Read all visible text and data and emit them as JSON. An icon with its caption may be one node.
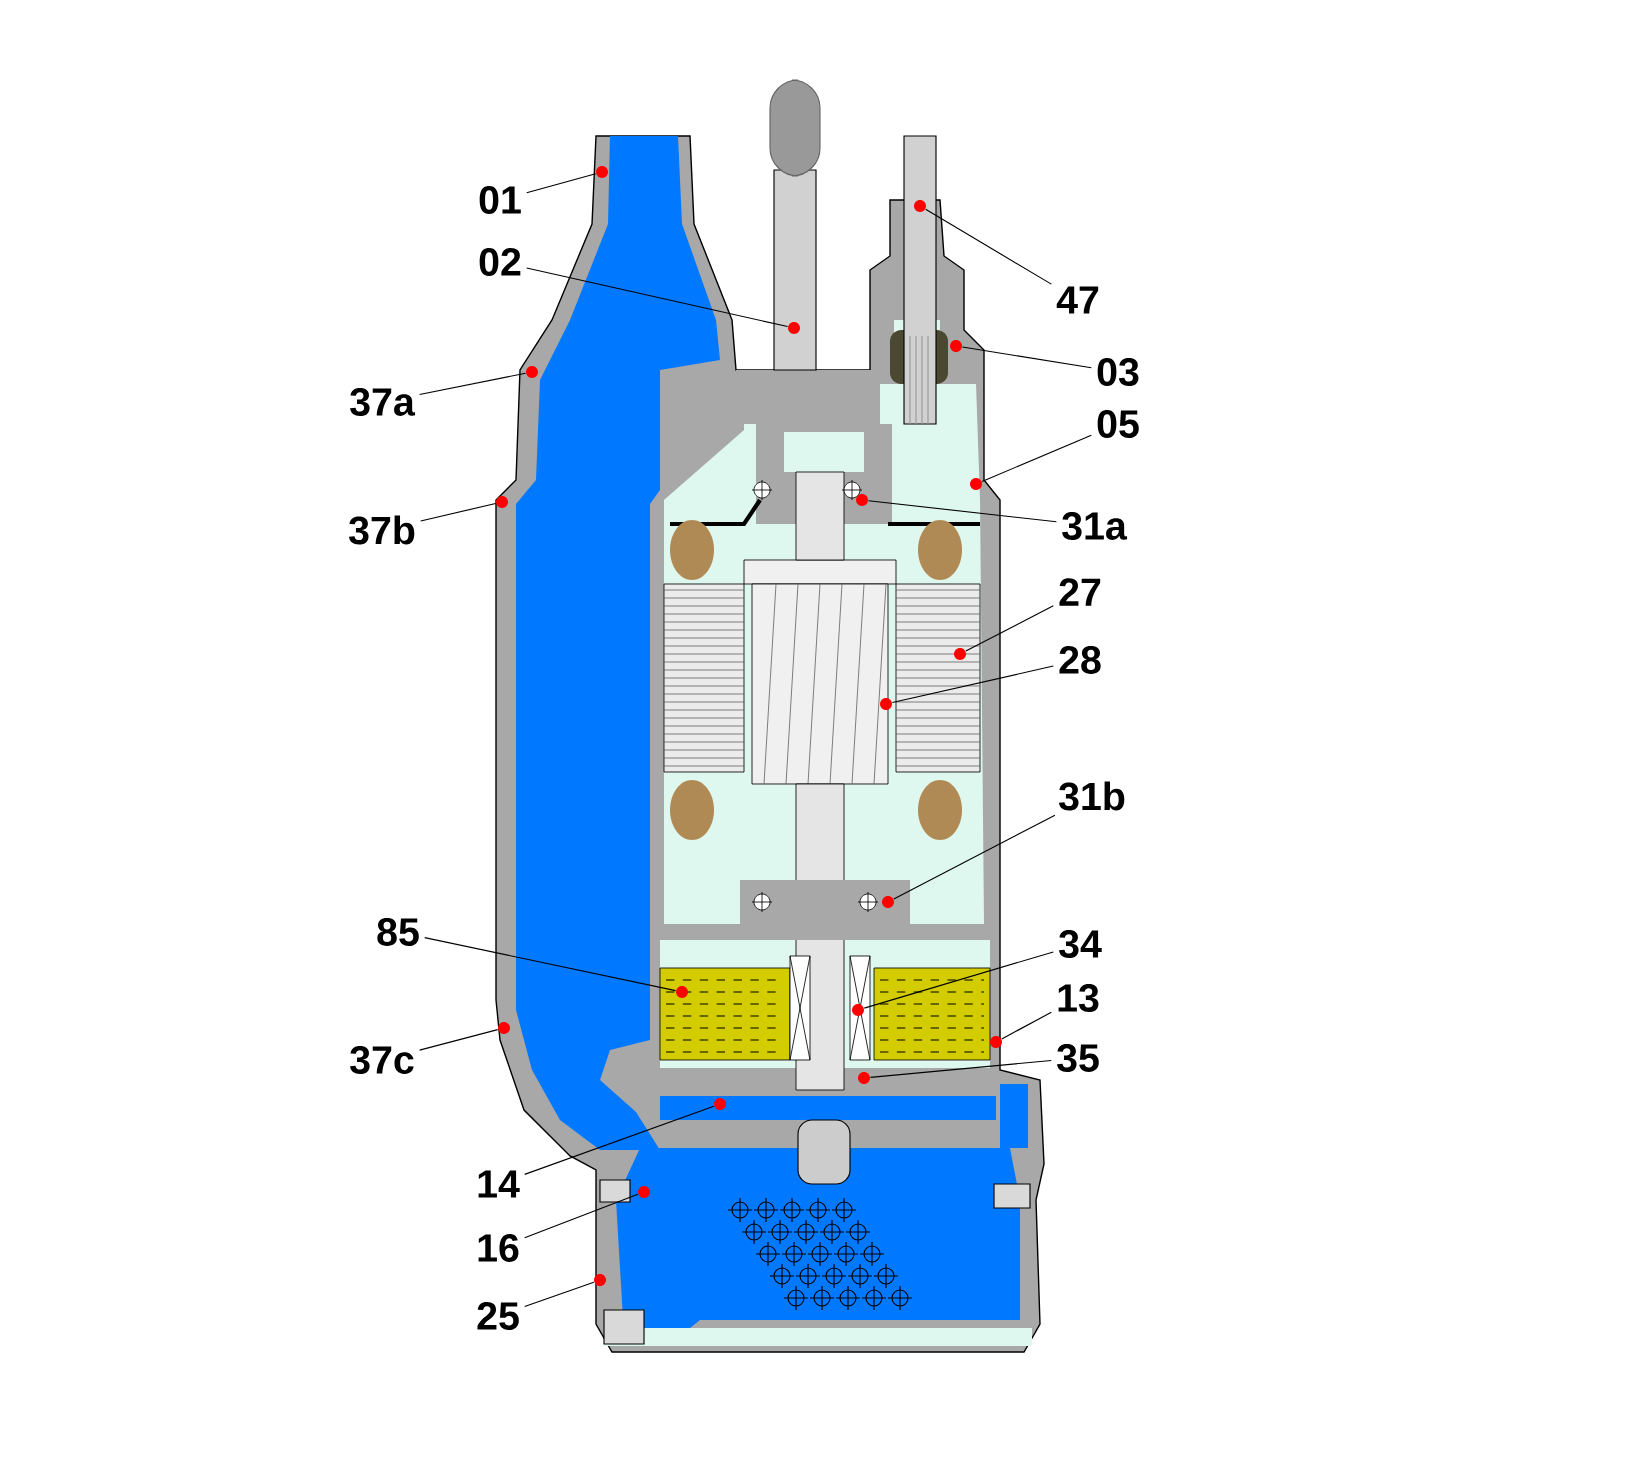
{
  "diagram": {
    "nodes": [
      {
        "text": [
          "01"
        ]
      },
      {
        "text": [
          "02"
        ]
      },
      {
        "text": [
          "47"
        ]
      },
      {
        "text": [
          "03"
        ]
      },
      {
        "text": [
          "37a"
        ]
      },
      {
        "text": [
          "05"
        ]
      },
      {
        "text": [
          "37b"
        ]
      },
      {
        "text": [
          "31a"
        ]
      },
      {
        "text": [
          "27"
        ]
      },
      {
        "text": [
          "28"
        ]
      },
      {
        "text": [
          "31b"
        ]
      },
      {
        "text": [
          "85"
        ]
      },
      {
        "text": [
          "34"
        ]
      },
      {
        "text": [
          "13"
        ]
      },
      {
        "text": [
          "37c"
        ]
      },
      {
        "text": [
          "35"
        ]
      },
      {
        "text": [
          "14"
        ]
      },
      {
        "text": [
          "16"
        ]
      },
      {
        "text": [
          "25"
        ]
      },
      {
        "text": [],
        "shape": "circle"
      },
      {
        "text": [],
        "shape": "circle"
      },
      {
        "text": [],
        "shape": "circle"
      },
      {
        "text": [],
        "shape": "circle"
      },
      {
        "text": [],
        "shape": "circle"
      },
      {
        "text": [],
        "shape": "circle"
      },
      {
        "text": [],
        "shape": "circle"
      },
      {
        "text": [],
        "shape": "circle"
      },
      {
        "text": [],
        "shape": "circle"
      },
      {
        "text": [],
        "shape": "circle"
      },
      {
        "text": [],
        "shape": "circle"
      },
      {
        "text": [],
        "shape": "circle"
      },
      {
        "text": [],
        "shape": "circle"
      },
      {
        "text": [],
        "shape": "circle"
      },
      {
        "text": [],
        "shape": "circle"
      },
      {
        "text": [],
        "shape": "circle"
      },
      {
        "text": [],
        "shape": "circle"
      },
      {
        "text": [],
        "shape": "circle"
      },
      {
        "text": [],
        "shape": "circle"
      }
    ],
    "edges": [
      {
        "from": 0,
        "to": 19,
        "arrow": "none"
      },
      {
        "from": 1,
        "to": 20,
        "arrow": "none"
      },
      {
        "from": 2,
        "to": 21,
        "arrow": "none"
      },
      {
        "from": 3,
        "to": 22,
        "arrow": "none"
      },
      {
        "from": 4,
        "to": 23,
        "arrow": "none"
      },
      {
        "from": 5,
        "to": 24,
        "arrow": "none"
      },
      {
        "from": 6,
        "to": 25,
        "arrow": "none"
      },
      {
        "from": 7,
        "to": 26,
        "arrow": "none"
      },
      {
        "from": 8,
        "to": 27,
        "arrow": "none"
      },
      {
        "from": 9,
        "to": 28,
        "arrow": "none"
      },
      {
        "from": 10,
        "to": 29,
        "arrow": "none"
      },
      {
        "from": 11,
        "to": 30,
        "arrow": "none"
      },
      {
        "from": 12,
        "to": 31,
        "arrow": "none"
      },
      {
        "from": 13,
        "to": 32,
        "arrow": "none"
      },
      {
        "from": 14,
        "to": 33,
        "arrow": "none"
      },
      {
        "from": 15,
        "to": 34,
        "arrow": "none"
      },
      {
        "from": 16,
        "to": 35,
        "arrow": "none"
      },
      {
        "from": 17,
        "to": 36,
        "arrow": "none"
      },
      {
        "from": 18,
        "to": 37,
        "arrow": "none"
      }
    ]
  }
}
